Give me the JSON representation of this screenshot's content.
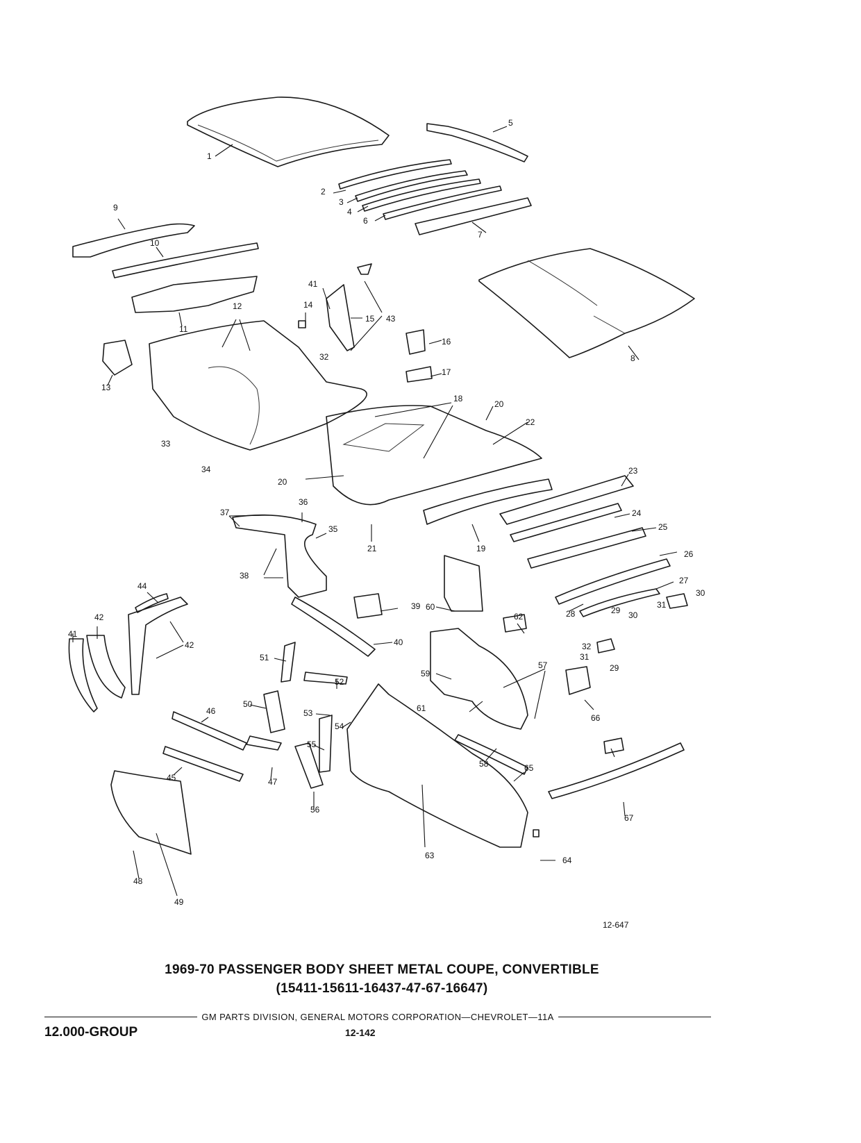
{
  "figure": {
    "number": "12-647",
    "callouts": [
      "1",
      "2",
      "3",
      "4",
      "5",
      "6",
      "7",
      "8",
      "9",
      "10",
      "11",
      "12",
      "13",
      "14",
      "15",
      "16",
      "17",
      "18",
      "19",
      "20",
      "20",
      "21",
      "22",
      "23",
      "24",
      "25",
      "26",
      "27",
      "28",
      "29",
      "29",
      "30",
      "30",
      "31",
      "31",
      "32",
      "32",
      "33",
      "34",
      "35",
      "36",
      "37",
      "38",
      "39",
      "40",
      "41",
      "41",
      "42",
      "42",
      "43",
      "44",
      "45",
      "46",
      "47",
      "48",
      "49",
      "50",
      "51",
      "52",
      "53",
      "54",
      "55",
      "56",
      "57",
      "58",
      "59",
      "60",
      "61",
      "62",
      "63",
      "64",
      "65",
      "66",
      "67"
    ]
  },
  "caption": {
    "line1": "1969-70 PASSENGER BODY SHEET METAL COUPE, CONVERTIBLE",
    "line2": "(15411-15611-16437-47-67-16647)"
  },
  "footer": {
    "division": "GM PARTS DIVISION, GENERAL MOTORS CORPORATION—CHEVROLET—11A",
    "group": "12.000-GROUP",
    "page": "12-142"
  }
}
